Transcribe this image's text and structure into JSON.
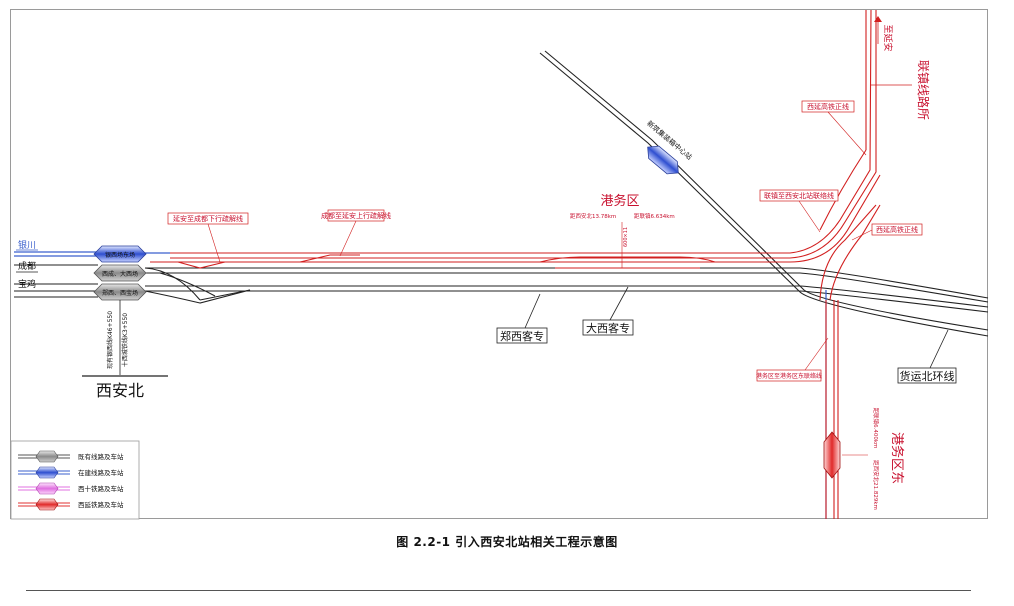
{
  "diagram": {
    "station": {
      "main": "西安北",
      "rotated_note_1": "现有银西线K46+550",
      "rotated_note_2": "十西城铁线K3+550"
    },
    "platforms": {
      "yinxi": "银西场东场",
      "xicheng": "西成、大西场",
      "zhengxi": "郑西、西宝场"
    },
    "tracks_left": {
      "yinchuan": "银川",
      "chengdu": "成都",
      "baoji": "宝鸡"
    },
    "labels": {
      "yan_an_cd_down": "延安至成都下行疏解线",
      "cd_yan_an_up": "成都至延安上行疏解线",
      "port_area": "港务区",
      "port_note_1": "距西安北13.78km",
      "port_note_2": "距联镇6.634km",
      "port_note_3": "600×11",
      "xinzhu_station": "新筑集装箱中心站",
      "xiyan_main_1": "西延高铁正线",
      "lianzhen_link": "联镇至西安北站联络线",
      "xiyan_main_2": "西延高铁正线",
      "lianzhen_line": "联镇线路所",
      "to_yan_an": "至延安",
      "zhengxi_special": "郑西客专",
      "daxi_special": "大西客专",
      "freight_ring": "货运北环线",
      "port_east_link": "港务区至港务区东联络线",
      "port_east": "港务区东",
      "port_east_note_1": "距联镇6.400km",
      "port_east_note_2": "距西安北21.829km"
    },
    "legend": [
      {
        "label": "既有线路及车站",
        "color": "#9a9a9a"
      },
      {
        "label": "在建线路及车站",
        "color": "#3a5fcd"
      },
      {
        "label": "西十铁路及车站",
        "color": "#e070e0"
      },
      {
        "label": "西延铁路及车站",
        "color": "#e03030"
      }
    ]
  },
  "caption": "图 2.2-1   引入西安北站相关工程示意图"
}
